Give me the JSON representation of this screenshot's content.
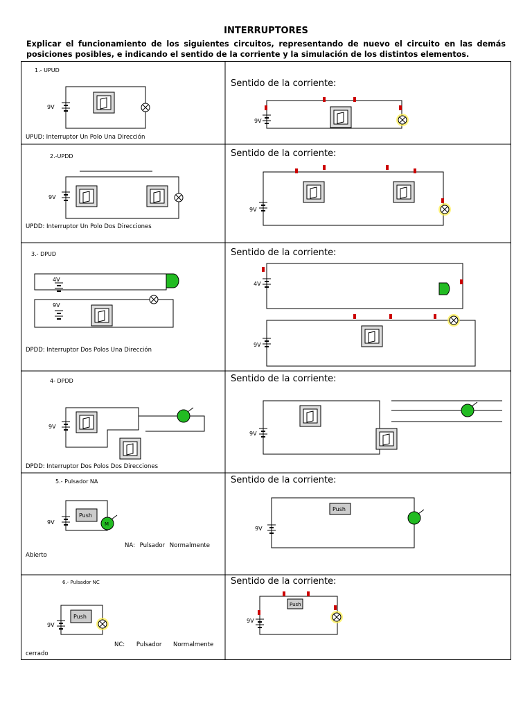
{
  "document": {
    "title": "INTERRUPTORES",
    "intro_line1": "Explicar el funcionamiento de los siguientes circuitos, representando de nuevo el circuito en las demás",
    "intro_line2": "posiciones posibles, e indicando el sentido de la corriente y la simulación de los distintos elementos."
  },
  "rows": [
    {
      "label": "1.- UPUD",
      "caption": "UPUD: Interruptor Un Polo Una Dirección",
      "sentido": "Sentido de la corriente:"
    },
    {
      "label": "2.-UPDD",
      "caption": "UPDD: Interruptor Un Polo Dos Direcciones",
      "sentido": "Sentido de la corriente:"
    },
    {
      "label": "3.- DPUD",
      "caption": "DPDD: Interruptor Dos Polos Una Dirección",
      "sentido": "Sentido de la corriente:"
    },
    {
      "label": "4- DPDD",
      "caption": "DPDD: Interruptor Dos Polos Dos Direcciones",
      "sentido": "Sentido de la corriente:"
    },
    {
      "label": "5.- Pulsador NA",
      "caption_a": "NA: Pulsador Normalmente",
      "caption_b": "Abierto",
      "sentido": "Sentido de la corriente:"
    },
    {
      "label": "6.- Pulsador NC",
      "caption_a": "NC: Pulsador Normalmente",
      "caption_b": "cerrado",
      "sentido": "Sentido de la corriente:"
    }
  ],
  "circuit_labels": {
    "v9": "9V",
    "v4": "4V",
    "push": "Push",
    "motor": "M"
  },
  "colors": {
    "red": "#cc0000",
    "green": "#22bb22",
    "yellow": "#ffee44"
  }
}
